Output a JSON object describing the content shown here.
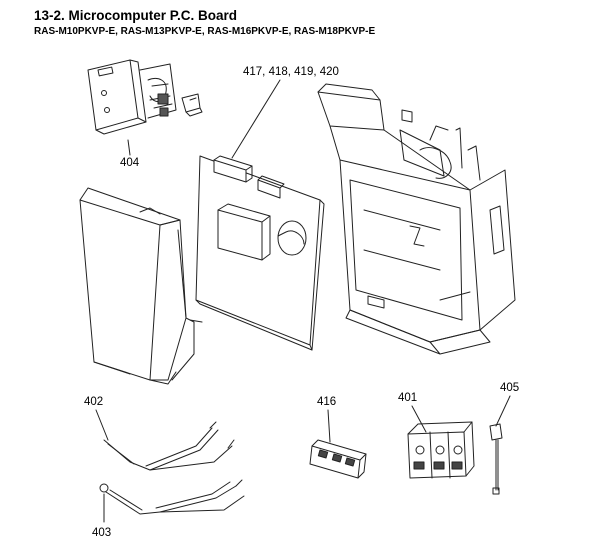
{
  "header": {
    "title": "13-2.  Microcomputer P.C. Board",
    "subtitle": "RAS-M10PKVP-E, RAS-M13PKVP-E, RAS-M16PKVP-E, RAS-M18PKVP-E"
  },
  "parts": {
    "p404": "404",
    "p417": "417, 418, 419, 420",
    "p402": "402",
    "p403": "403",
    "p416": "416",
    "p401": "401",
    "p405": "405"
  }
}
